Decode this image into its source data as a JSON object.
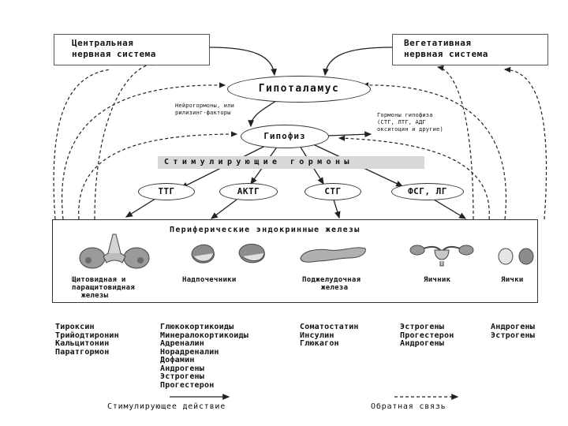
{
  "top": {
    "cns": [
      "Центральная",
      "нервная система"
    ],
    "ans": [
      "Вегетативная",
      "нервная система"
    ]
  },
  "hypothalamus": "Гипоталамус",
  "neurohormones": [
    "Нейрогормоны, или",
    "рилизинг-факторы"
  ],
  "hypophysis": "Гипофиз",
  "pituitary_hormones": [
    "Гормоны гипофиза",
    "(СТГ, ЛТГ, АДГ",
    "окситоцин и другие)"
  ],
  "stimulating_banner": "Стимулирующие гормоны",
  "tropic": [
    "ТТГ",
    "АКТГ",
    "СТГ",
    "ФСГ, ЛГ"
  ],
  "peripheral": {
    "title": "Периферические эндокринные железы",
    "glands": [
      {
        "label": [
          "Щитовидная и",
          "паращитовидная",
          "железы"
        ]
      },
      {
        "label": [
          "Надпочечники"
        ]
      },
      {
        "label": [
          "Поджелудочная",
          "железа"
        ]
      },
      {
        "label": [
          "Яичник"
        ]
      },
      {
        "label": [
          "Яички"
        ]
      }
    ]
  },
  "hormones": [
    [
      "Тироксин",
      "Трийодтиронин",
      "Кальцитонин",
      "Паратгормон"
    ],
    [
      "Глюкокортикоиды",
      "Минералокортикоиды",
      "Адреналин",
      "Норадреналин",
      "Дофамин",
      "Андрогены",
      "Эстрогены",
      "Прогестерон"
    ],
    [
      "Соматостатин",
      "Инсулин",
      "Глюкагон"
    ],
    [
      "Эстрогены",
      "Прогестерон",
      "Андрогены"
    ],
    [
      "Андрогены",
      "Эстрогены"
    ]
  ],
  "legend": {
    "stimulating": "Стимулирующее действие",
    "feedback": "Обратная связь"
  }
}
